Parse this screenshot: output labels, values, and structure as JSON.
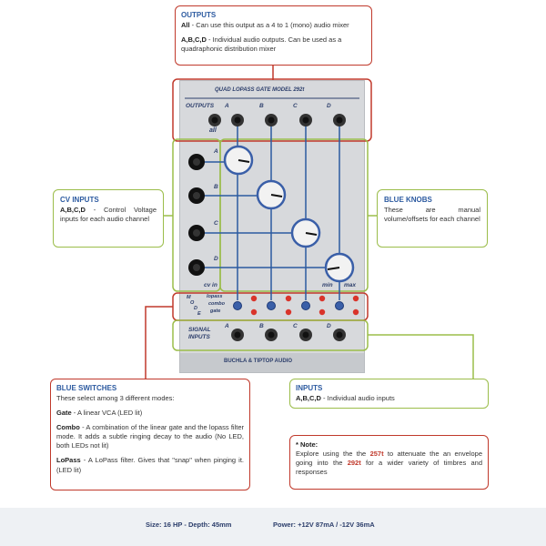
{
  "outputs_box": {
    "title": "OUTPUTS",
    "all_label": "All",
    "all_text": " - Can use this output as a 4 to 1 (mono) audio mixer",
    "abcd_label": "A,B,C,D",
    "abcd_text": " - Individual audio outputs. Can be used as a quadraphonic distribution mixer"
  },
  "cv_box": {
    "title": "CV INPUTS",
    "abcd_label": "A,B,C,D",
    "abcd_text": " - Control Voltage inputs for each audio channel"
  },
  "knobs_box": {
    "title": "BLUE KNOBS",
    "text": "These are manual volume/offsets for each channel"
  },
  "switches_box": {
    "title": "BLUE SWITCHES",
    "intro": "These select among 3 different modes:",
    "gate_label": "Gate",
    "gate_text": " - A linear VCA (LED lit)",
    "combo_label": "Combo",
    "combo_text": " - A combination of the linear gate and the lopass filter mode. It adds a subtle ringing decay to the audio (No LED, both LEDs not lit)",
    "lopass_label": "LoPass",
    "lopass_text": " - A LoPass filter. Gives that \"snap\" when pinging it. (LED lit)"
  },
  "inputs_box": {
    "title": "INPUTS",
    "abcd_label": "A,B,C,D",
    "abcd_text": " - Individual audio inputs"
  },
  "note_box": {
    "title": "* Note:",
    "t1": "Explore using the the ",
    "m1": "257t",
    "t2": " to attenuate the an envelope going into the ",
    "m2": "292t",
    "t3": " for a wider variety of timbres and responses"
  },
  "module": {
    "title": "QUAD LOPASS GATE MODEL 292t",
    "outputs_label": "OUTPUTS",
    "all_label": "all",
    "channels": [
      "A",
      "B",
      "C",
      "D"
    ],
    "cv_in_label": "cv in",
    "min_label": "min",
    "max_label": "max",
    "mode_letters": [
      "M",
      "O",
      "D",
      "E"
    ],
    "modes": [
      "lopass",
      "combo",
      "gate"
    ],
    "signal_label": "SIGNAL",
    "inputs_label": "INPUTS",
    "brand": "BUCHLA & TIPTOP AUDIO"
  },
  "colors": {
    "red": "#c0392b",
    "green": "#9bbd4a",
    "blue": "#2c5aa0",
    "panel": "#d7d9dc",
    "led": "#d9342b"
  },
  "footer": {
    "size": "Size: 16 HP - Depth: 45mm",
    "power": "Power: +12V 87mA / -12V 36mA"
  }
}
